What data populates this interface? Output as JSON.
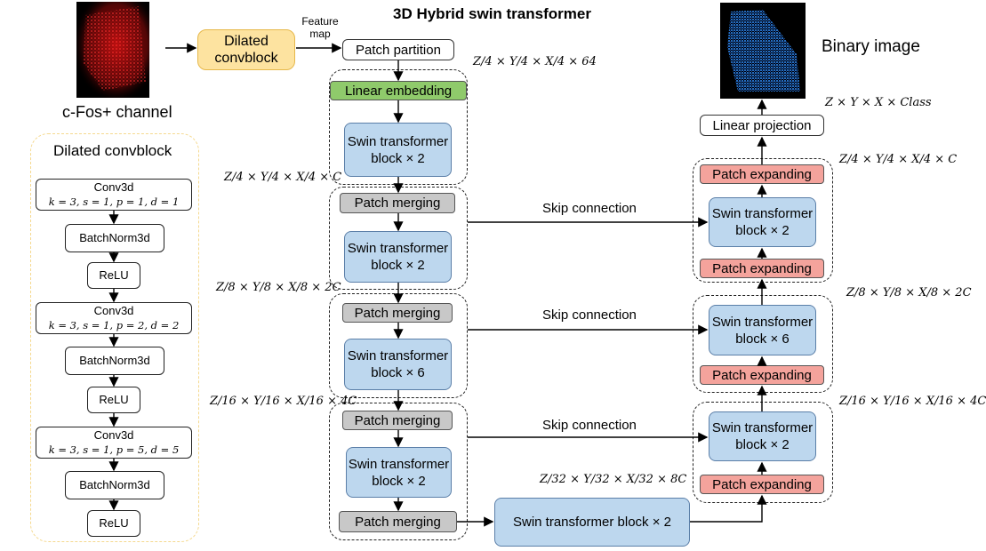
{
  "title": "3D Hybrid swin transformer",
  "input": {
    "caption": "c-Fos+ channel"
  },
  "output": {
    "caption": "Binary image"
  },
  "dilated_block": {
    "label": "Dilated convblock",
    "panel_title": "Dilated convblock",
    "feature_map_label": "Feature map",
    "layers": [
      {
        "name": "Conv3d",
        "params": "k = 3, s = 1, p = 1, d = 1"
      },
      {
        "name": "BatchNorm3d"
      },
      {
        "name": "ReLU"
      },
      {
        "name": "Conv3d",
        "params": "k = 3, s = 1, p = 2, d = 2"
      },
      {
        "name": "BatchNorm3d"
      },
      {
        "name": "ReLU"
      },
      {
        "name": "Conv3d",
        "params": "k = 3, s = 1, p = 5, d = 5"
      },
      {
        "name": "BatchNorm3d"
      },
      {
        "name": "ReLU"
      }
    ]
  },
  "encoder": {
    "patch_partition": "Patch partition",
    "linear_embedding": "Linear embedding",
    "swin_1": "Swin transformer block × 2",
    "patch_merging_1": "Patch merging",
    "swin_2": "Swin transformer block × 2",
    "patch_merging_2": "Patch merging",
    "swin_3": "Swin transformer block × 6",
    "patch_merging_3": "Patch merging",
    "swin_4": "Swin transformer block × 2",
    "patch_merging_4": "Patch merging"
  },
  "bottleneck": "Swin transformer block × 2",
  "decoder": {
    "linear_projection": "Linear projection",
    "patch_expanding_top": "Patch expanding",
    "swin_1": "Swin transformer block × 2",
    "patch_expanding_1": "Patch expanding",
    "swin_2": "Swin transformer block × 6",
    "patch_expanding_2": "Patch expanding",
    "swin_3": "Swin transformer block × 2",
    "patch_expanding_3": "Patch expanding"
  },
  "skip_label": "Skip connection",
  "dims": {
    "d1": "Z/4 × Y/4 × X/4 × 64",
    "d2": "Z/4 × Y/4 × X/4 × C",
    "d3": "Z/8 × Y/8 × X/8 × 2C",
    "d4": "Z/16 × Y/16 × X/16 × 4C",
    "d5": "Z/32 × Y/32 × X/32 × 8C",
    "out": "Z × Y × X × Class",
    "r2": "Z/4 × Y/4 × X/4 × C",
    "r3": "Z/8 × Y/8 × X/8 × 2C",
    "r4": "Z/16 × Y/16 × X/16 × 4C"
  }
}
